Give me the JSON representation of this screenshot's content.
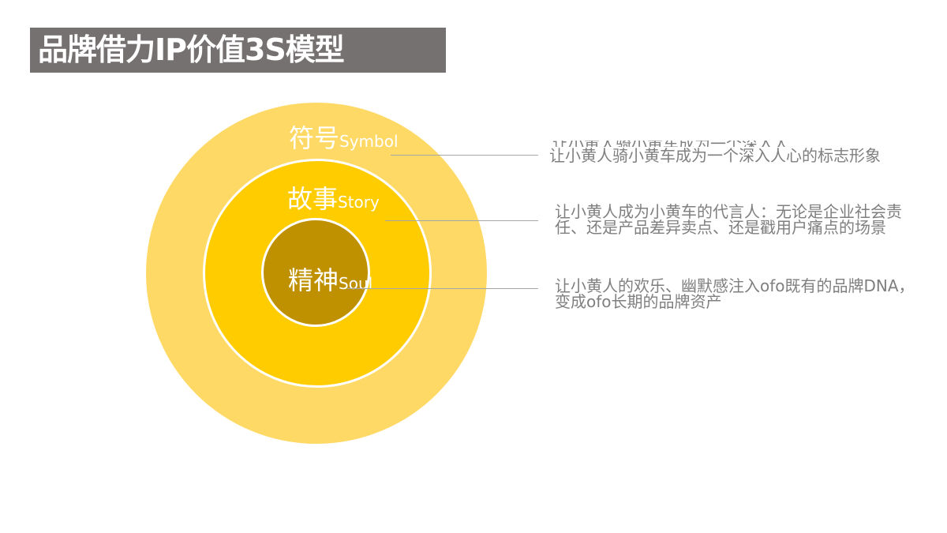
{
  "title": "品牌借力IP价值3S模型",
  "colors": {
    "title_bg": "#767171",
    "outer_ring": "#FFD966",
    "middle_ring": "#FFCC00",
    "inner_core": "#BF9000",
    "ring_border": "#FFFFFF",
    "connector": "#A6A6A6",
    "description_text": "#7F7F7F"
  },
  "rings": [
    {
      "name": "symbol",
      "label_zh": "符号",
      "label_en": "Symbol",
      "description": "让小黄人骑小黄车成为一个深入人心的标志形象"
    },
    {
      "name": "story",
      "label_zh": "故事",
      "label_en": "Story",
      "description": "让小黄人成为小黄车的代言人：无论是企业社会责任、还是产品差异卖点、还是戳用户痛点的场景"
    },
    {
      "name": "soul",
      "label_zh": "精神",
      "label_en": "Soul",
      "description": "让小黄人的欢乐、幽默感注入ofo既有的品牌DNA，变成ofo长期的品牌资产"
    }
  ]
}
